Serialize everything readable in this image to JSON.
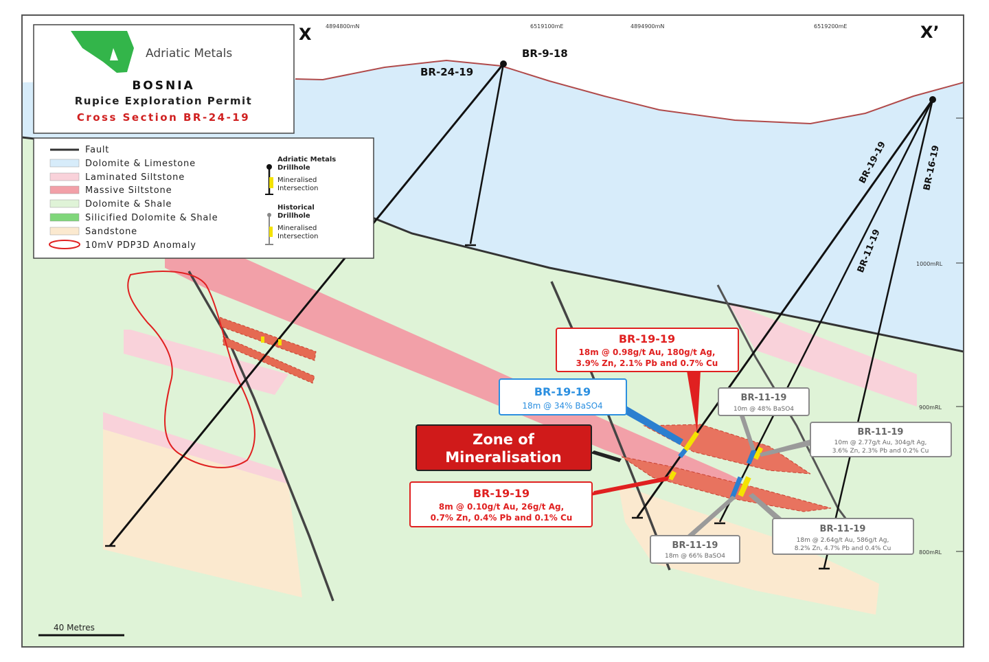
{
  "header": {
    "company": "Adriatic Metals",
    "country": "BOSNIA",
    "permit": "Rupice Exploration Permit",
    "section": "Cross Section BR-24-19"
  },
  "section_ends": {
    "left": "X",
    "right": "X’"
  },
  "grid_labels": {
    "top": [
      "4894800mN",
      "6519100mE",
      "4894900mN",
      "6519200mE"
    ],
    "right": [
      "1000mRL",
      "900mRL",
      "800mRL"
    ]
  },
  "legend": {
    "items": [
      {
        "label": "Fault",
        "color": "#333333"
      },
      {
        "label": "Dolomite & Limestone",
        "color": "#d7ecfa"
      },
      {
        "label": "Laminated Siltstone",
        "color": "#f9d2da"
      },
      {
        "label": "Massive Siltstone",
        "color": "#f2a0a8"
      },
      {
        "label": "Dolomite & Shale",
        "color": "#dff3d7"
      },
      {
        "label": "Silicified Dolomite & Shale",
        "color": "#7fd67a"
      },
      {
        "label": "Sandstone",
        "color": "#fbe9cf"
      },
      {
        "label": "10mV PDP3D Anomaly",
        "color": "#e02020"
      }
    ],
    "adriatic_title": "Adriatic Metals",
    "adriatic_sub": "Drillhole",
    "historical_title": "Historical",
    "historical_sub": "Drillhole",
    "mineral_1": "Mineralised",
    "mineral_2": "Intersection"
  },
  "drillholes": [
    "BR-24-19",
    "BR-9-18",
    "BR-19-19",
    "BR-16-19",
    "BR-11-19"
  ],
  "callouts": {
    "red_top": {
      "title": "BR-19-19",
      "line1": "18m @ 0.98g/t Au, 180g/t Ag,",
      "line2": "3.9% Zn, 2.1% Pb and 0.7% Cu"
    },
    "blue": {
      "title": "BR-19-19",
      "line1": "18m @ 34% BaSO4"
    },
    "zone_line1": "Zone of",
    "zone_line2": "Mineralisation",
    "red_bottom": {
      "title": "BR-19-19",
      "line1": "8m @ 0.10g/t Au, 26g/t Ag,",
      "line2": "0.7% Zn, 0.4% Pb and 0.1% Cu"
    },
    "grey_1": {
      "title": "BR-11-19",
      "line1": "10m @ 48% BaSO4"
    },
    "grey_2": {
      "title": "BR-11-19",
      "line1": "10m @ 2.77g/t Au, 304g/t Ag,",
      "line2": "3.6% Zn, 2.3% Pb and 0.2% Cu"
    },
    "grey_3": {
      "title": "BR-11-19",
      "line1": "18m @ 66% BaSO4"
    },
    "grey_4": {
      "title": "BR-11-19",
      "line1": "18m @ 2.64g/t Au, 586g/t Ag,",
      "line2": "8.2% Zn, 4.7% Pb and 0.4% Cu"
    }
  },
  "scale_bar": "40 Metres"
}
